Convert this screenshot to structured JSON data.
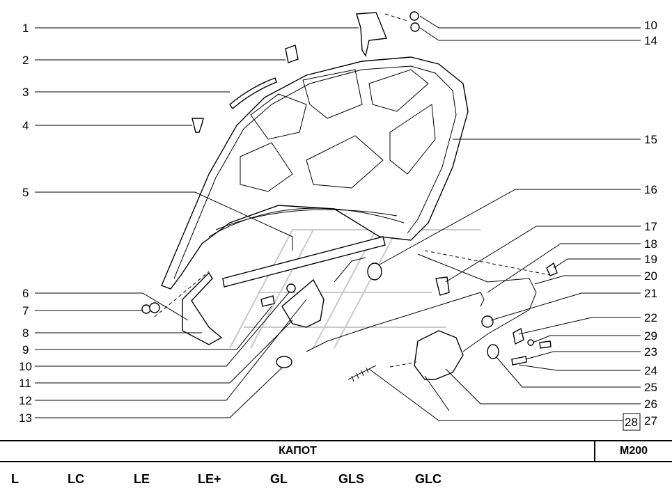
{
  "callouts": {
    "c1": "1",
    "c2": "2",
    "c3": "3",
    "c4": "4",
    "c5": "5",
    "c6": "6",
    "c7": "7",
    "c8": "8",
    "c9": "9",
    "c10": "10",
    "c11": "11",
    "c12": "12",
    "c13": "13",
    "c10r": "10",
    "c14": "14",
    "c15": "15",
    "c16": "16",
    "c17": "17",
    "c18": "18",
    "c19": "19",
    "c20": "20",
    "c21": "21",
    "c22": "22",
    "c29": "29",
    "c23": "23",
    "c24": "24",
    "c25": "25",
    "c26": "26",
    "c28": "28",
    "c27": "27"
  },
  "title_bar": {
    "title": "КАПОТ",
    "code": "M200"
  },
  "trim_levels": [
    "L",
    "LC",
    "LE",
    "LE+",
    "GL",
    "GLS",
    "GLC"
  ]
}
